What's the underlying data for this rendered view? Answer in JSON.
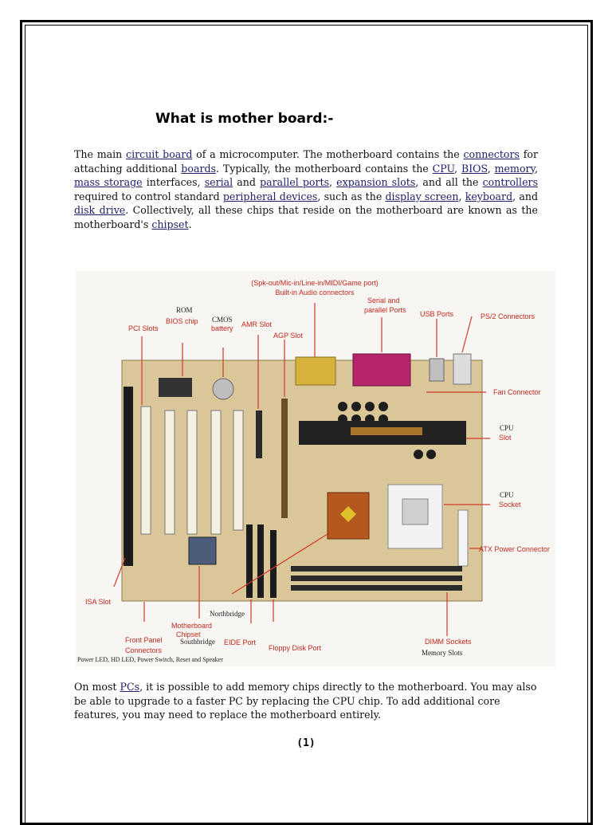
{
  "document": {
    "title": "What is mother board:-",
    "intro": [
      {
        "t": "The main "
      },
      {
        "t": "circuit board",
        "link": true
      },
      {
        "t": " of a microcomputer. The motherboard contains the "
      },
      {
        "t": "connectors",
        "link": true
      },
      {
        "t": " for attaching additional "
      },
      {
        "t": "boards",
        "link": true
      },
      {
        "t": ". Typically, the motherboard contains the "
      },
      {
        "t": "CPU",
        "link": true
      },
      {
        "t": ", "
      },
      {
        "t": "BIOS",
        "link": true
      },
      {
        "t": ", "
      },
      {
        "t": "memory",
        "link": true
      },
      {
        "t": ", "
      },
      {
        "t": "mass storage",
        "link": true
      },
      {
        "t": " interfaces, "
      },
      {
        "t": "serial",
        "link": true
      },
      {
        "t": " and "
      },
      {
        "t": "parallel ports",
        "link": true
      },
      {
        "t": ", "
      },
      {
        "t": "expansion slots",
        "link": true
      },
      {
        "t": ", and all the "
      },
      {
        "t": "controllers",
        "link": true
      },
      {
        "t": " required to control standard "
      },
      {
        "t": "peripheral devices",
        "link": true
      },
      {
        "t": ", such as the "
      },
      {
        "t": "display screen",
        "link": true
      },
      {
        "t": ", "
      },
      {
        "t": "keyboard",
        "link": true
      },
      {
        "t": ", and "
      },
      {
        "t": "disk drive",
        "link": true
      },
      {
        "t": ". Collectively, all these chips that reside on the motherboard are known as the motherboard's "
      },
      {
        "t": "chipset",
        "link": true
      },
      {
        "t": "."
      }
    ],
    "outro": [
      {
        "t": "On most "
      },
      {
        "t": "PCs",
        "link": true
      },
      {
        "t": ", it is possible to add memory chips directly to the motherboard. You may also be able to upgrade to a faster PC by replacing the CPU chip. To add additional core features, you may need to replace the motherboard entirely."
      }
    ],
    "page_number": "(1)"
  },
  "figure": {
    "labels": {
      "audio_1": "(Spk-out/Mic-in/Line-in/MIDI/Game port)",
      "audio_2": "Built-in Audio connectors",
      "rom_1": "ROM",
      "rom_2": "BIOS chip",
      "cmos_1": "CMOS",
      "cmos_2": "battery",
      "amr": "AMR Slot",
      "pci": "PCI Slots",
      "agp": "AGP Slot",
      "serial_1": "Serial and",
      "serial_2": "parallel Ports",
      "usb": "USB Ports",
      "ps2": "PS/2 Connectors",
      "fan": "Fan Connector",
      "cpu_slot_1": "CPU",
      "cpu_slot_2": "Slot",
      "cpu_socket_1": "CPU",
      "cpu_socket_2": "Socket",
      "atx": "ATX Power Connector",
      "isa": "ISA Slot",
      "northbridge": "Northbridge",
      "chipset_1": "Motherboard",
      "chipset_2": "Chipset",
      "southbridge": "Southbridge",
      "front_1": "Front Panel",
      "front_2": "Connectors",
      "eide": "EIDE Port",
      "floppy": "Floppy Disk Port",
      "dimm": "DIMM Sockets",
      "memory_slots": "Memory Slots",
      "power_line": "Power LED, HD LED, Power Switch, Reset and Speaker"
    }
  }
}
